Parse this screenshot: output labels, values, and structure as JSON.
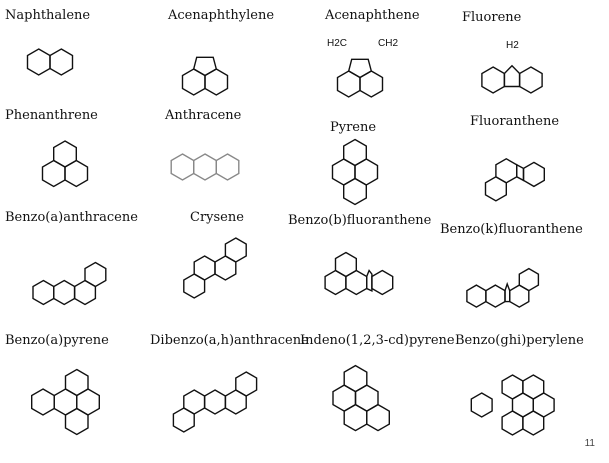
{
  "compounds": [
    {
      "name": "Naphthalene"
    },
    {
      "name": "Acenaphthylene"
    },
    {
      "name": "Acenaphthene",
      "annotations": [
        "H2C",
        "CH2"
      ]
    },
    {
      "name": "Fluorene",
      "annotations": [
        "H2"
      ]
    },
    {
      "name": "Phenanthrene"
    },
    {
      "name": "Anthracene"
    },
    {
      "name": "Pyrene"
    },
    {
      "name": "Fluoranthene"
    },
    {
      "name": "Benzo(a)anthracene"
    },
    {
      "name": "Crysene"
    },
    {
      "name": "Benzo(b)fluoranthene"
    },
    {
      "name": "Benzo(k)fluoranthene"
    },
    {
      "name": "Benzo(a)pyrene"
    },
    {
      "name": "Dibenzo(a,h)anthracene"
    },
    {
      "name": "Indeno(1,2,3-cd)pyrene"
    },
    {
      "name": "Benzo(ghi)perylene"
    }
  ],
  "page_number": "11",
  "colors": {
    "stroke": "#111111",
    "anthracene_stroke": "#888888"
  }
}
